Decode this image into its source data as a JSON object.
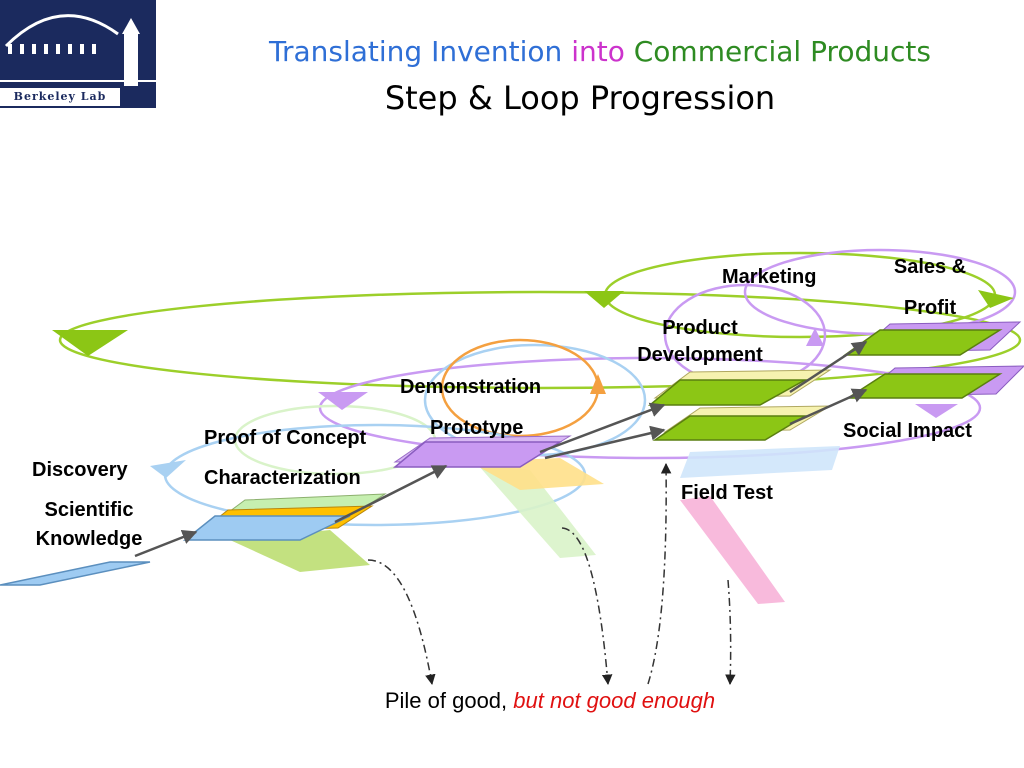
{
  "logo": {
    "text": "Berkeley Lab"
  },
  "title": {
    "part1": "Translating Invention",
    "part2": "into",
    "part3": "Commercial Products",
    "colors": {
      "part1": "#2f6fd6",
      "part2": "#cc33cc",
      "part3": "#2e8b22"
    }
  },
  "subtitle": "Step & Loop Progression",
  "labels": {
    "discovery": "Discovery",
    "scientific": "Scientific",
    "knowledge": "Knowledge",
    "proof": "Proof of Concept",
    "characterization": "Characterization",
    "demonstration": "Demonstration",
    "prototype": "Prototype",
    "product": "Product",
    "development": "Development",
    "marketing": "Marketing",
    "sales": "Sales &",
    "profit": "Profit",
    "social": "Social Impact",
    "field": "Field Test"
  },
  "footer": {
    "normal": "Pile of good,",
    "emphasis": "but not good enough",
    "emphasis_color": "#e01010"
  },
  "palette": {
    "blue": "#9ecbf2",
    "green": "#8cc615",
    "purple": "#c99af2",
    "yellow": "#ffc000",
    "orange": "#f4a040",
    "pink": "#f7b3d8"
  }
}
